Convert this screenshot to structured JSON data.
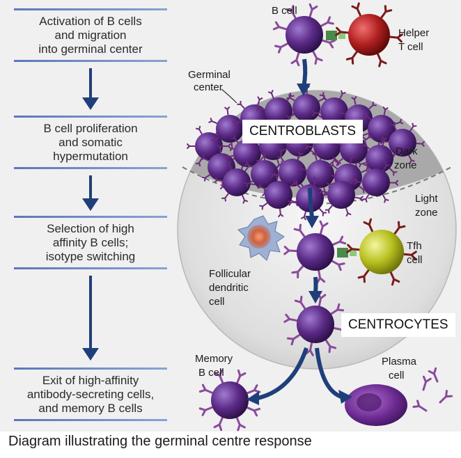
{
  "steps": [
    {
      "text": "Activation of B cells\nand migration\ninto germinal center"
    },
    {
      "text": "B cell proliferation\nand somatic\nhypermutation"
    },
    {
      "text": "Selection of high\naffinity B cells;\nisotype switching"
    },
    {
      "text": "Exit of high-affinity\nantibody-secreting cells,\nand memory B cells"
    }
  ],
  "labels": {
    "b_cell": "B cell",
    "helper_line1": "Helper",
    "helper_line2": "T cell",
    "germinal_line1": "Germinal",
    "germinal_line2": "center",
    "dark_line1": "Dark",
    "dark_line2": "zone",
    "light_line1": "Light",
    "light_line2": "zone",
    "tfh_line1": "Tfh",
    "tfh_line2": "cell",
    "fdc_line1": "Follicular",
    "fdc_line2": "dendritic",
    "fdc_line3": "cell",
    "memory_line1": "Memory",
    "memory_line2": "B cell",
    "plasma_line1": "Plasma",
    "plasma_line2": "cell"
  },
  "overlays": {
    "centroblasts": "CENTROBLASTS",
    "centrocytes": "CENTROCYTES"
  },
  "caption": "Diagram illustrating the germinal centre response",
  "colors": {
    "b_cell": "#5b2a86",
    "helper_t": "#b02020",
    "tfh": "#b8c020",
    "arrow": "#1f3f7a",
    "receptor": "#8a4a9a"
  }
}
